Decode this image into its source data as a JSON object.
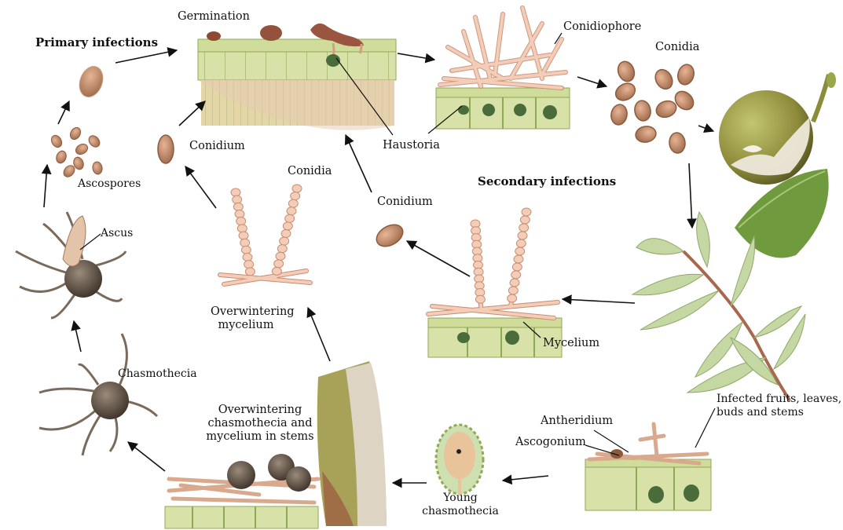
{
  "diagram": {
    "labels": {
      "primary_infections": "Primary infections",
      "germination": "Germination",
      "conidiophore": "Conidiophore",
      "conidia_top": "Conidia",
      "haustoria": "Haustoria",
      "conidium_left": "Conidium",
      "conidia_center": "Conidia",
      "conidium_center": "Conidium",
      "secondary_infections": "Secondary infections",
      "ascospores": "Ascospores",
      "ascus": "Ascus",
      "overwintering_mycelium_1": "Overwintering",
      "overwintering_mycelium_2": "mycelium",
      "mycelium": "Mycelium",
      "chasmothecia": "Chasmothecia",
      "overwintering_chasmothecia_1": "Overwintering",
      "overwintering_chasmothecia_2": "chasmothecia and",
      "overwintering_chasmothecia_3": "mycelium in stems",
      "antheridium": "Antheridium",
      "ascogonium": "Ascogonium",
      "infected_1": "Infected fruits, leaves,",
      "infected_2": "buds and stems",
      "young_chasmothecia_1": "Young",
      "young_chasmothecia_2": "chasmothecia"
    },
    "colors": {
      "hypha": "#f0c6ae",
      "hypha_edge": "#c98e74",
      "leaf_cell": "#d6e1a6",
      "leaf_edge": "#8faa55",
      "haustorium": "#4a6b3a",
      "spore": "#c98a67",
      "spore_dark": "#8c5a3c",
      "chasmothecium": "#5a4a3c",
      "fruit": "#9aa64a",
      "leaf_green": "#6f9a3e",
      "stem": "#b79e64",
      "arrow": "#111111"
    }
  }
}
